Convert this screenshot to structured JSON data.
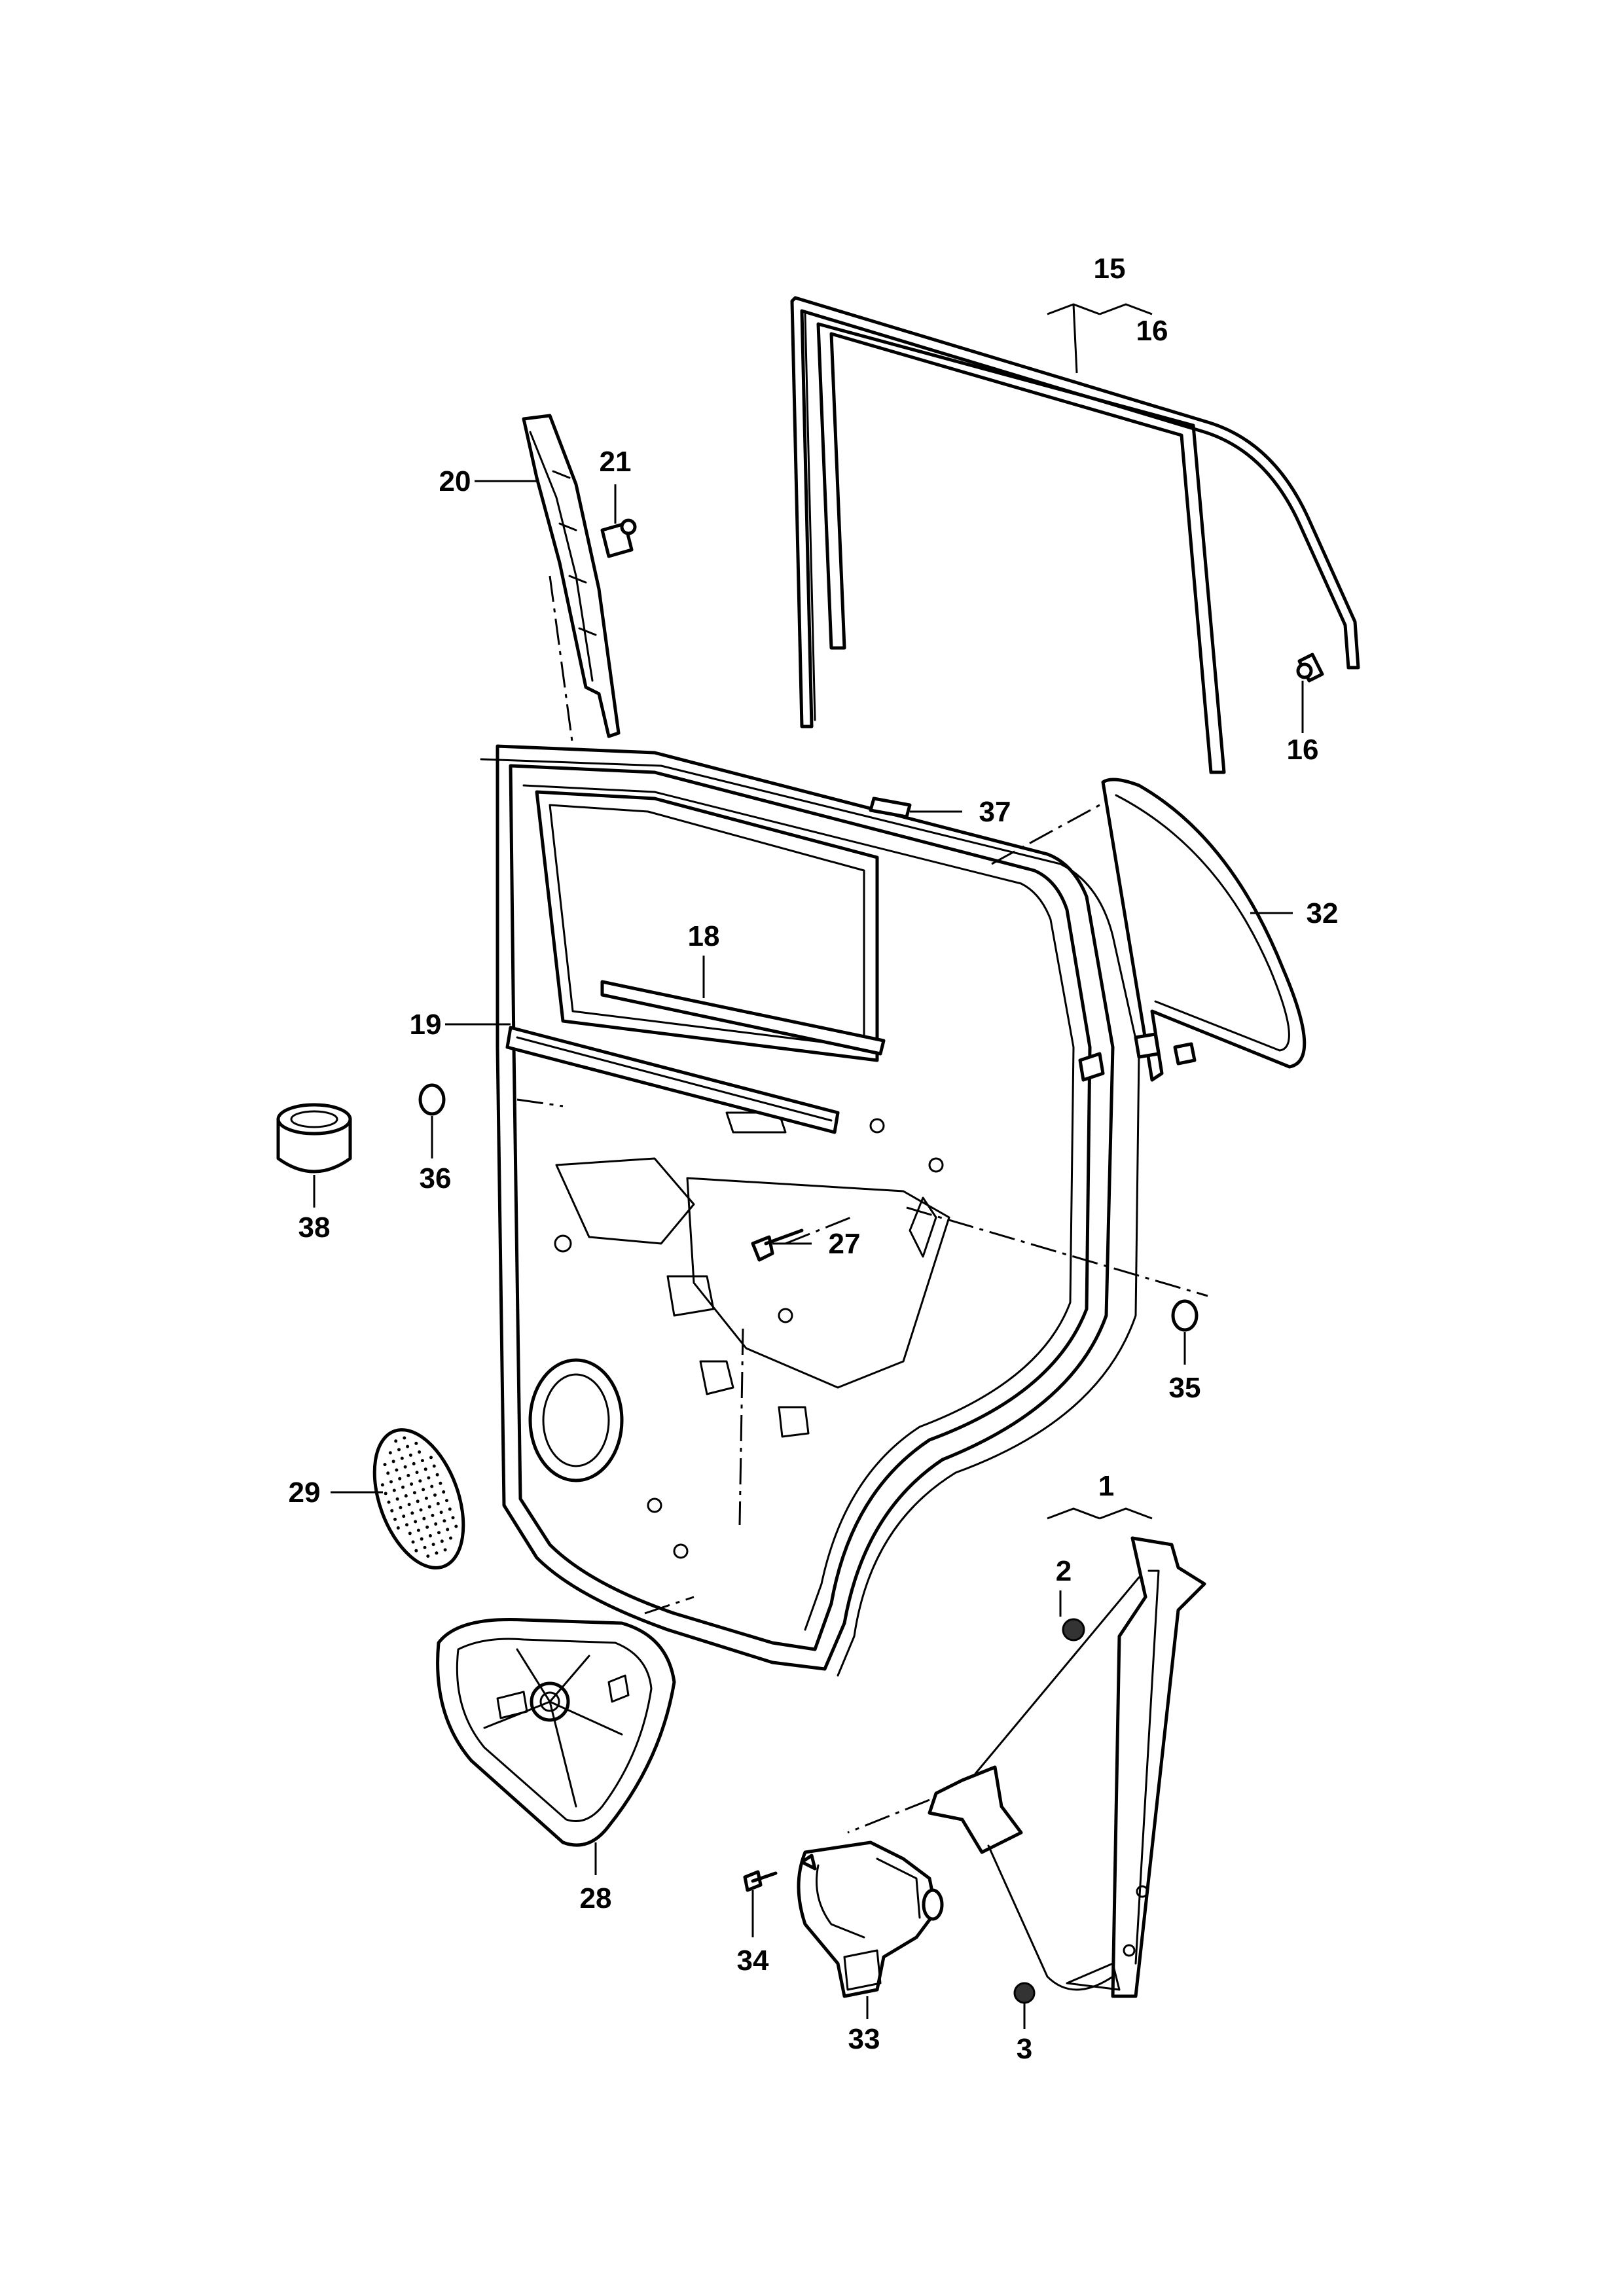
{
  "callouts": {
    "c1": "1",
    "c2": "2",
    "c3": "3",
    "c15": "15",
    "c16a": "16",
    "c16b": "16",
    "c18": "18",
    "c19": "19",
    "c20": "20",
    "c21": "21",
    "c27": "27",
    "c28": "28",
    "c29": "29",
    "c32": "32",
    "c33": "33",
    "c34": "34",
    "c35": "35",
    "c36": "36",
    "c37": "37",
    "c38": "38"
  }
}
